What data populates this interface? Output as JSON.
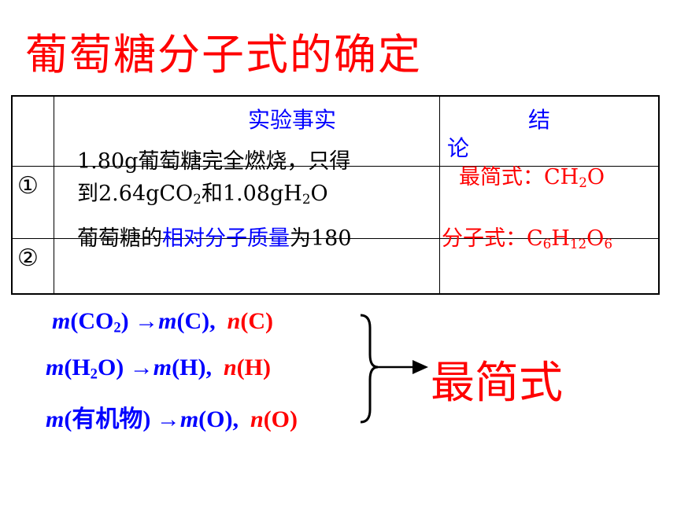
{
  "title": "葡萄糖分子式的确定",
  "table": {
    "header_fact": "实验事实",
    "header_conclusion_1": "结",
    "header_conclusion_2": "论",
    "row1_marker": "①",
    "row1_fact_line1": "1.80g葡萄糖完全燃烧，只得",
    "row1_fact_line2_a": "到2.64gCO",
    "row1_fact_line2_b": "2",
    "row1_fact_line2_c": "和1.08gH",
    "row1_fact_line2_d": "2",
    "row1_fact_line2_e": "O",
    "row1_conclusion_a": "最简式：CH",
    "row1_conclusion_b": "2",
    "row1_conclusion_c": "O",
    "row2_marker": "②",
    "row2_fact_a": "葡萄糖的",
    "row2_fact_b": "相对分子质量",
    "row2_fact_c": "为180",
    "row2_conclusion_a": "分子式：C",
    "row2_conclusion_b": "6",
    "row2_conclusion_c": "H",
    "row2_conclusion_d": "12",
    "row2_conclusion_e": "O",
    "row2_conclusion_f": "6"
  },
  "formulas": {
    "line1": {
      "m1": "m",
      "p1": "(CO",
      "s1": "2",
      "p2": ") →",
      "m2": "m",
      "p3": "(C),",
      "n": "n",
      "p4": "(C)"
    },
    "line2": {
      "m1": "m",
      "p1": "(H",
      "s1": "2",
      "p2": "O) →",
      "m2": "m",
      "p3": "(H),",
      "n": "n",
      "p4": "(H)"
    },
    "line3": {
      "m1": "m",
      "p1": "(有机物) →",
      "m2": "m",
      "p3": "(O),",
      "n": "n",
      "p4": "(O)"
    }
  },
  "result": "最简式",
  "colors": {
    "title": "#ff0000",
    "blue": "#0000ff",
    "red": "#ff0000"
  }
}
